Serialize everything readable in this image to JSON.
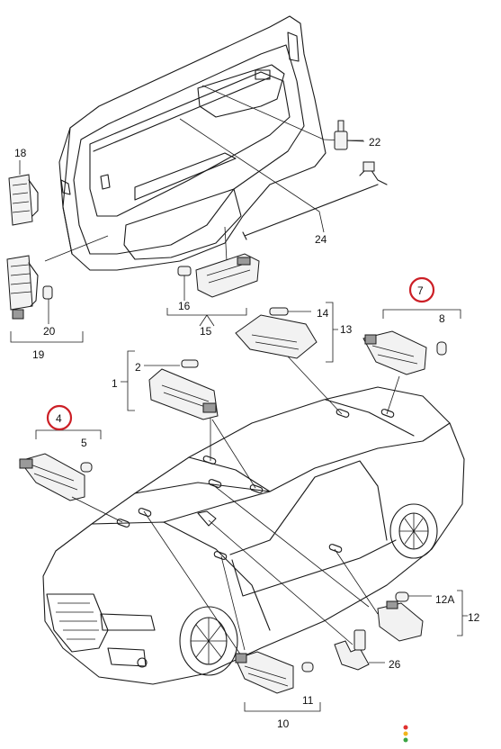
{
  "labels": {
    "l1": "1",
    "l2": "2",
    "l4": "4",
    "l5": "5",
    "l7": "7",
    "l8": "8",
    "l10": "10",
    "l11": "11",
    "l12": "12",
    "l12a": "12A",
    "l13": "13",
    "l14": "14",
    "l15": "15",
    "l16": "16",
    "l18": "18",
    "l19": "19",
    "l20": "20",
    "l22": "22",
    "l24": "24",
    "l26": "26"
  },
  "highlight_color": "#cc1f26",
  "status_dot_colors": [
    "#e0312f",
    "#f2b51b",
    "#3aa544"
  ]
}
